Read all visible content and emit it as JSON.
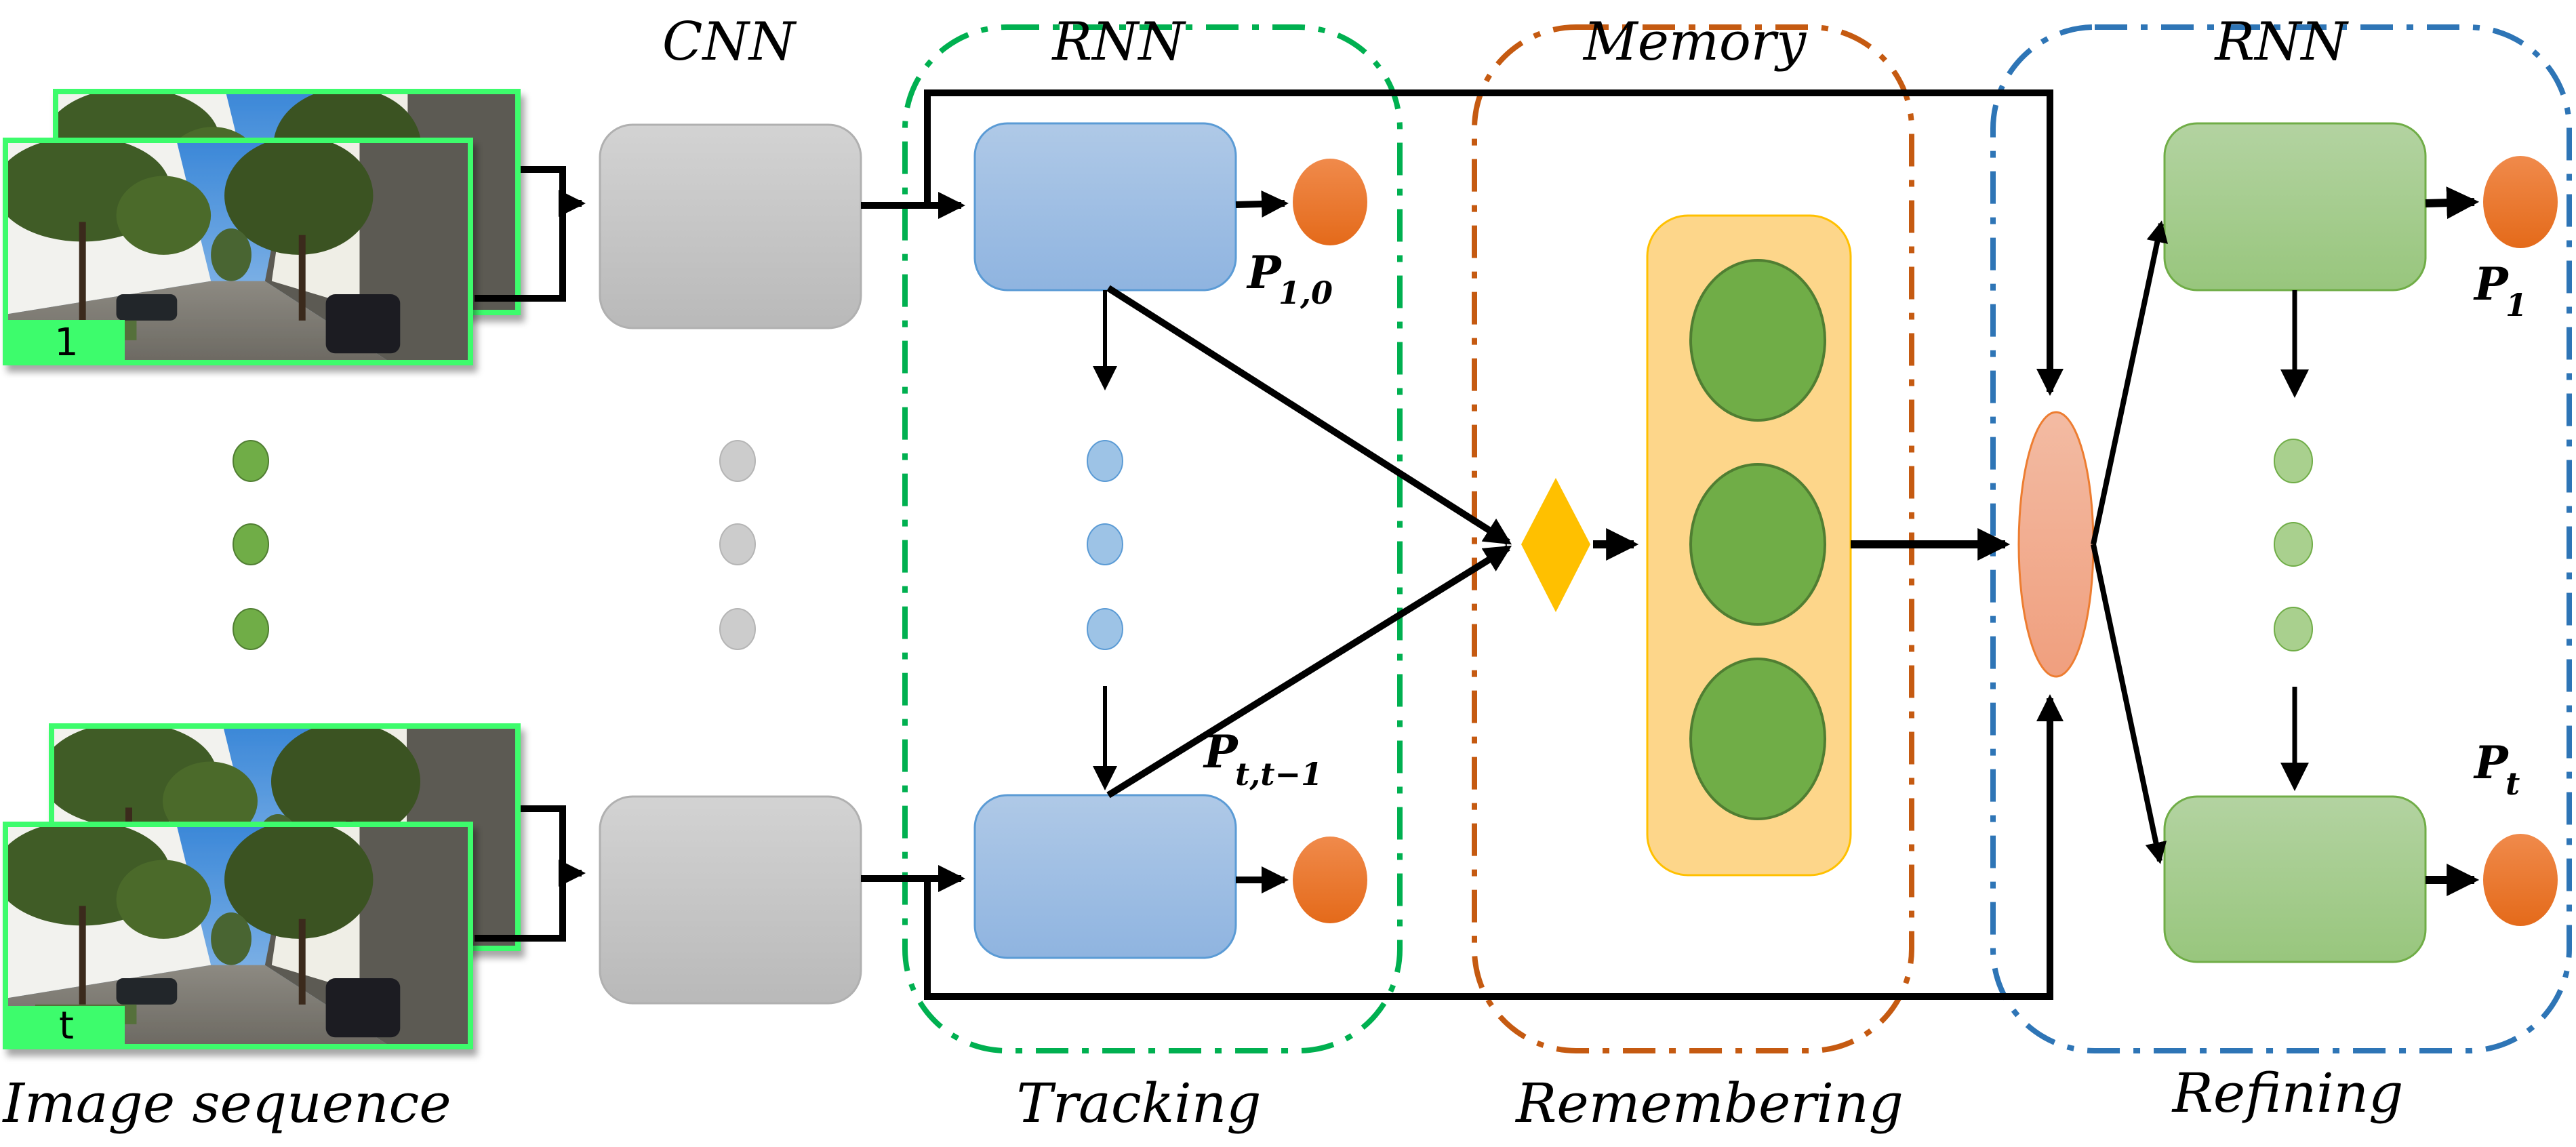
{
  "diagram": {
    "title_labels": {
      "cnn": "CNN",
      "rnn_tracking": "RNN",
      "memory": "Memory",
      "rnn_refining": "RNN"
    },
    "stage_labels": {
      "image_sequence": "Image sequence",
      "tracking": "Tracking",
      "remembering": "Remembering",
      "refining": "Refining"
    },
    "frames": [
      {
        "tag": "1"
      },
      {
        "tag": "t"
      }
    ],
    "pose_labels": {
      "p10_main": "P",
      "p10_sub": "1,0",
      "ptt1_main": "P",
      "ptt1_sub": "t,t−1",
      "p1_main": "P",
      "p1_sub": "1",
      "pt_main": "P",
      "pt_sub": "t"
    },
    "colors": {
      "tracking_border": "#00b050",
      "memory_border": "#c55a11",
      "refining_border": "#2e75b6",
      "frame_border": "#3dfc6c",
      "cnn_fill": "#c4c4c4",
      "tracking_rnn_fill": "#9dbde3",
      "refining_rnn_fill": "#a9d08e",
      "output_pose": "#ed7d31",
      "memory_fill": "#fdd68a",
      "memory_cell": "#70ad47",
      "attention_diamond": "#ffc000",
      "fusion_oval": "#f4b093",
      "seq_dot": "#70ad47",
      "cnn_dot": "#c8c8c8",
      "tracking_dot": "#9dc3e6",
      "refining_dot": "#a9d08e"
    }
  }
}
